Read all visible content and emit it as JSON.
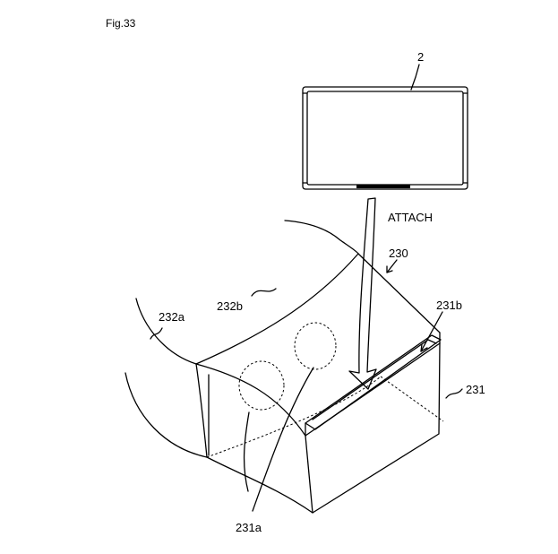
{
  "figure": {
    "title": "Fig.33",
    "labels": {
      "device": "2",
      "attach": "ATTACH",
      "goggle": "230",
      "slot": "231b",
      "strap_left": "232a",
      "strap_top": "232b",
      "body": "231",
      "lenses": "231a"
    }
  }
}
